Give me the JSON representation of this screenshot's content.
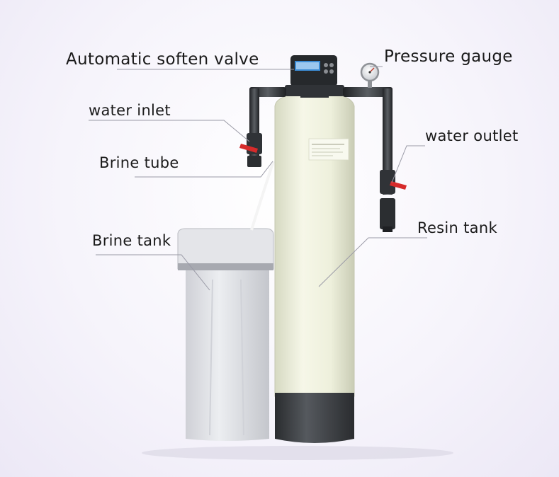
{
  "diagram": {
    "labels": {
      "automatic_soften_valve": "Automatic soften valve",
      "pressure_gauge": "Pressure gauge",
      "water_inlet": "water inlet",
      "water_outlet": "water outlet",
      "brine_tube": "Brine tube",
      "resin_tank": "Resin tank",
      "brine_tank": "Brine tank"
    }
  },
  "colors": {
    "background": "#f4f2fa",
    "resin_tank_body": "#eff1dc",
    "resin_tank_base": "#3a3d40",
    "brine_tank_body": "#dcdde2",
    "pipe": "#2c2f33",
    "valve_handle": "#d62b2b",
    "leader_line": "#9a9aa6"
  }
}
